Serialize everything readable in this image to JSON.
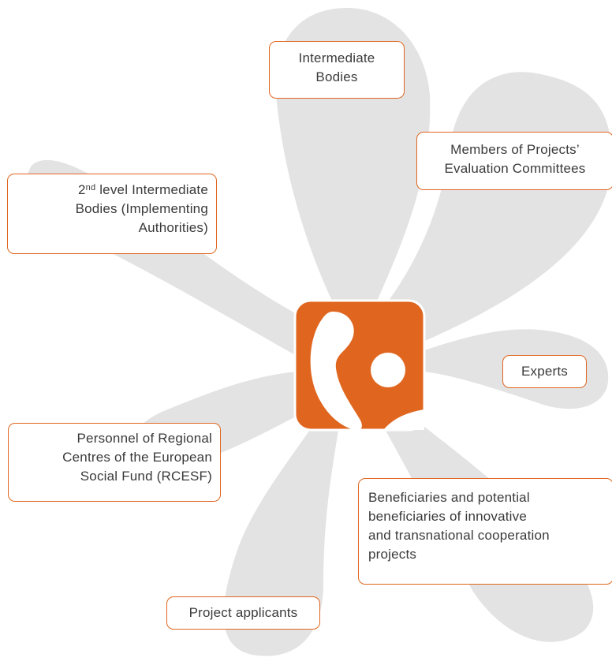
{
  "colors": {
    "accent": "#e0661f",
    "petal": "#e3e3e4",
    "text": "#3a3a3a",
    "logo_mark": "#ffffff"
  },
  "diagram": {
    "center_logo_icon": "orange-rounded-square-logo",
    "labels": {
      "intermediate_bodies": [
        "Intermediate",
        "Bodies"
      ],
      "members_committees": [
        "Members of Projects’",
        "Evaluation Committees"
      ],
      "second_level": {
        "ordinal_number": "2",
        "ordinal_suffix": "nd",
        "line1_rest": " level Intermediate",
        "line2": "Bodies (Implementing",
        "line3": "Authorities)"
      },
      "experts": "Experts",
      "personnel": [
        "Personnel of Regional",
        "Centres of the European",
        "Social Fund (RCESF)"
      ],
      "beneficiaries": [
        "Beneficiaries and potential",
        "beneficiaries of innovative",
        "and transnational cooperation",
        "projects"
      ],
      "project_applicants": "Project applicants"
    }
  }
}
